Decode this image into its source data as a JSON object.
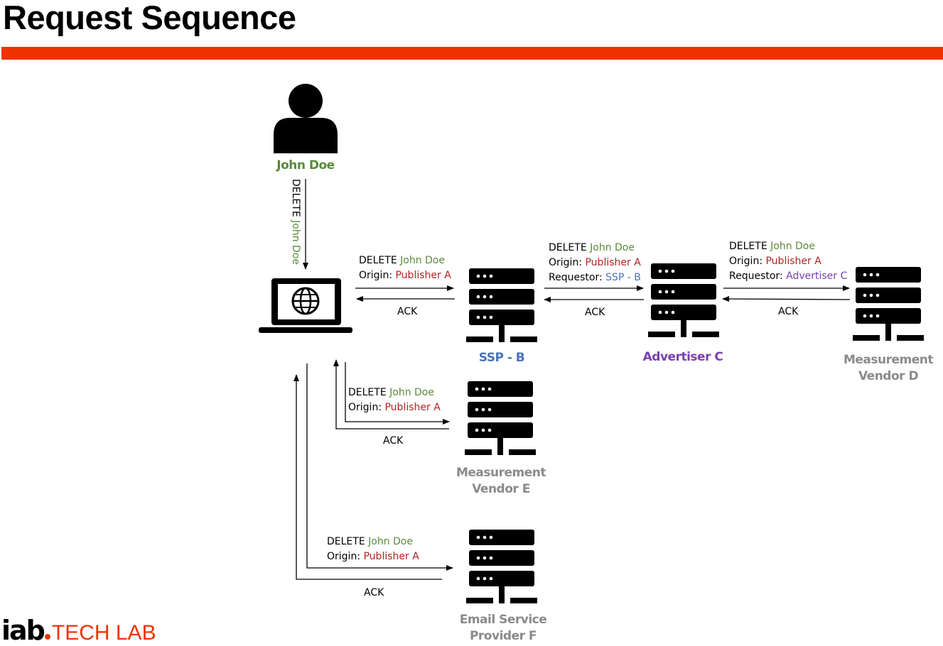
{
  "title": "Request Sequence",
  "colors": {
    "accent_bar": "#ee3300",
    "user_name": "#5a8a3a",
    "publisher": "#b22222",
    "ssp": "#4a72b8",
    "advertiser": "#7a3fb0",
    "vendor": "#8a8a8a"
  },
  "nodes": {
    "user": {
      "name": "John Doe",
      "icon": "person-icon"
    },
    "browser": {
      "icon": "laptop-globe-icon"
    },
    "ssp": {
      "name": "SSP - B",
      "icon": "server-icon"
    },
    "advertiser": {
      "name": "Advertiser C",
      "icon": "server-icon"
    },
    "vendor_d": {
      "line1": "Measurement",
      "line2": "Vendor D",
      "icon": "server-icon"
    },
    "vendor_e": {
      "line1": "Measurement",
      "line2": "Vendor E",
      "icon": "server-icon"
    },
    "email_f": {
      "line1": "Email Service",
      "line2": "Provider F",
      "icon": "server-icon"
    }
  },
  "messages": {
    "user_to_browser": {
      "verb": "DELETE",
      "subject": "John Doe"
    },
    "browser_to_ssp": {
      "verb": "DELETE",
      "subject": "John Doe",
      "origin_label": "Origin:",
      "origin": "Publisher A",
      "ack": "ACK"
    },
    "ssp_to_adv": {
      "verb": "DELETE",
      "subject": "John Doe",
      "origin_label": "Origin:",
      "origin": "Publisher A",
      "requestor_label": "Requestor:",
      "requestor": "SSP - B",
      "ack": "ACK"
    },
    "adv_to_vendor_d": {
      "verb": "DELETE",
      "subject": "John Doe",
      "origin_label": "Origin:",
      "origin": "Publisher A",
      "requestor_label": "Requestor:",
      "requestor": "Advertiser C",
      "ack": "ACK"
    },
    "browser_to_vendor_e": {
      "verb": "DELETE",
      "subject": "John Doe",
      "origin_label": "Origin:",
      "origin": "Publisher A",
      "ack": "ACK"
    },
    "browser_to_email_f": {
      "verb": "DELETE",
      "subject": "John Doe",
      "origin_label": "Origin:",
      "origin": "Publisher A",
      "ack": "ACK"
    }
  },
  "logo": {
    "mark": "iab",
    "text": "TECH LAB"
  }
}
